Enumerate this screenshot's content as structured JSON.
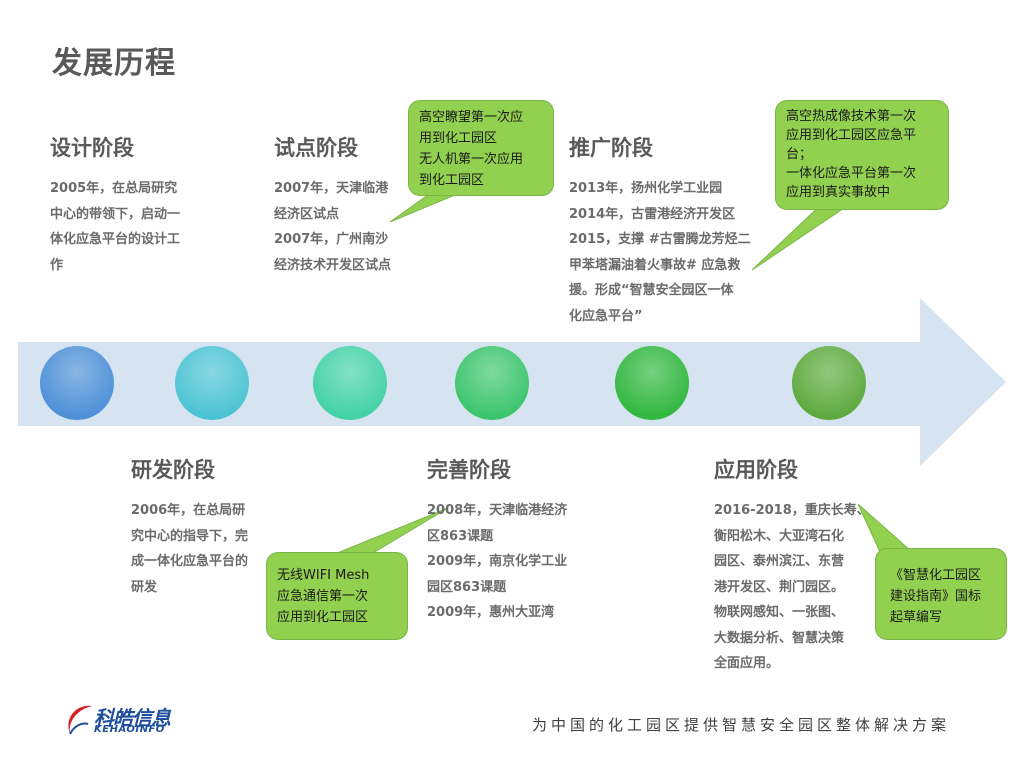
{
  "page_title": "发展历程",
  "colors": {
    "arrow": "#d6e3f1",
    "callout": "#92d050",
    "circle_1": "#4a8ed6",
    "circle_2": "#48c2d2",
    "circle_3": "#3fd1a4",
    "circle_4": "#38c46a",
    "circle_5": "#2db63c",
    "circle_6": "#5aa83a"
  },
  "stages": [
    {
      "title": "设计阶段",
      "lines": [
        "2005年，在总局研究",
        "中心的带领下，启动一",
        "体化应急平台的设计工",
        "作"
      ]
    },
    {
      "title": "研发阶段",
      "lines": [
        "2006年，在总局研",
        "究中心的指导下，完",
        "成一体化应急平台的",
        "研发"
      ]
    },
    {
      "title": "试点阶段",
      "lines": [
        "2007年，天津临港",
        "经济区试点",
        "2007年，广州南沙",
        "经济技术开发区试点"
      ]
    },
    {
      "title": "完善阶段",
      "lines": [
        "2008年，天津临港经济",
        "区863课题",
        "2009年，南京化学工业",
        "园区863课题",
        "2009年，惠州大亚湾"
      ]
    },
    {
      "title": "推广阶段",
      "lines": [
        "2013年，扬州化学工业园",
        "2014年，古雷港经济开发区",
        "2015，支撑 #古雷腾龙芳烃二",
        "甲苯塔漏油着火事故# 应急救",
        "援。形成“智慧安全园区一体",
        "化应急平台”"
      ]
    },
    {
      "title": "应用阶段",
      "lines": [
        "2016-2018，重庆长寿、",
        "衡阳松木、大亚湾石化",
        "园区、泰州滨江、东营",
        "港开发区、荆门园区。",
        "物联网感知、一张图、",
        "大数据分析、智慧决策",
        "全面应用。"
      ]
    }
  ],
  "callouts": [
    {
      "lines": [
        "高空瞭望第一次应",
        "用到化工园区",
        "无人机第一次应用",
        "到化工园区"
      ]
    },
    {
      "lines": [
        "高空热成像技术第一次",
        "应用到化工园区应急平",
        "台；",
        "一体化应急平台第一次",
        "应用到真实事故中"
      ]
    },
    {
      "lines": [
        "无线WIFI Mesh",
        "应急通信第一次",
        "应用到化工园区"
      ]
    },
    {
      "lines": [
        "《智慧化工园区",
        "建设指南》国标",
        "起草编写"
      ]
    }
  ],
  "footer": {
    "logo_cn": "科皓信息",
    "logo_en": "KEHAOINFO",
    "slogan": "为中国的化工园区提供智慧安全园区整体解决方案"
  }
}
